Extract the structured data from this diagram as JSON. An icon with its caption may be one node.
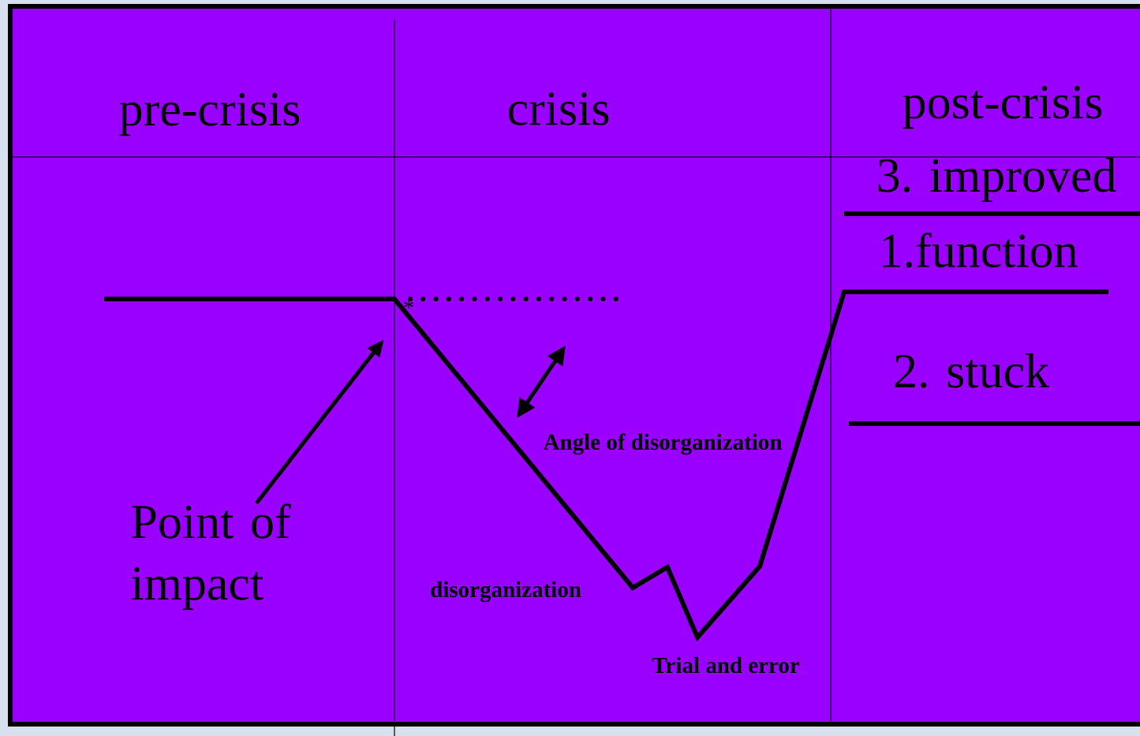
{
  "diagram": {
    "nodes": [
      {
        "text": [
          "Point of impact"
        ]
      },
      {
        "text": [
          "*"
        ]
      }
    ],
    "edges": [
      {
        "from": 0,
        "to": 1,
        "arrow": "to"
      }
    ],
    "labels": [
      "pre-crisis",
      "crisis",
      "post-crisis",
      "3. improved",
      "1.function",
      "2. stuck",
      "Angle of disorganization",
      "disorganization",
      "Trial and error"
    ]
  }
}
